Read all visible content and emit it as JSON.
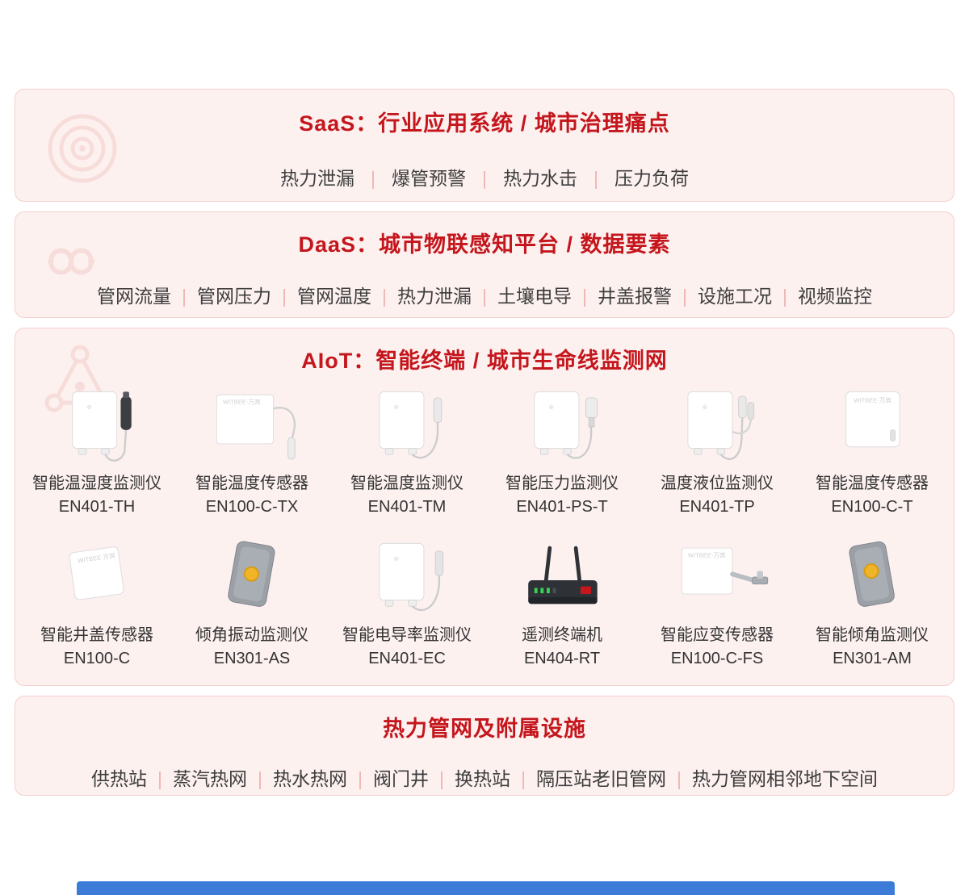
{
  "brand": "WITBEE·万宾",
  "colors": {
    "accent_red": "#c4161c",
    "section_bg": "#fdf1f0",
    "section_border": "#f5cfcb",
    "separator_pink": "#f0b5b1",
    "bottom_bar_blue": "#3d7bd9"
  },
  "sections": {
    "saas": {
      "title": "SaaS：行业应用系统 / 城市治理痛点",
      "items": [
        "热力泄漏",
        "爆管预警",
        "热力水击",
        "压力负荷"
      ]
    },
    "daas": {
      "title": "DaaS：城市物联感知平台 / 数据要素",
      "items": [
        "管网流量",
        "管网压力",
        "管网温度",
        "热力泄漏",
        "土壤电导",
        "井盖报警",
        "设施工况",
        "视频监控"
      ]
    },
    "aiot": {
      "title": "AIoT：智能终端 / 城市生命线监测网",
      "products": [
        {
          "name": "智能温湿度监测仪",
          "model": "EN401-TH"
        },
        {
          "name": "智能温度传感器",
          "model": "EN100-C-TX"
        },
        {
          "name": "智能温度监测仪",
          "model": "EN401-TM"
        },
        {
          "name": "智能压力监测仪",
          "model": "EN401-PS-T"
        },
        {
          "name": "温度液位监测仪",
          "model": "EN401-TP"
        },
        {
          "name": "智能温度传感器",
          "model": "EN100-C-T"
        },
        {
          "name": "智能井盖传感器",
          "model": "EN100-C"
        },
        {
          "name": "倾角振动监测仪",
          "model": "EN301-AS"
        },
        {
          "name": "智能电导率监测仪",
          "model": "EN401-EC"
        },
        {
          "name": "遥测终端机",
          "model": "EN404-RT"
        },
        {
          "name": "智能应变传感器",
          "model": "EN100-C-FS"
        },
        {
          "name": "智能倾角监测仪",
          "model": "EN301-AM"
        }
      ]
    },
    "infra": {
      "title": "热力管网及附属设施",
      "items": [
        "供热站",
        "蒸汽热网",
        "热水热网",
        "阀门井",
        "换热站",
        "隔压站老旧管网",
        "热力管网相邻地下空间"
      ]
    }
  }
}
